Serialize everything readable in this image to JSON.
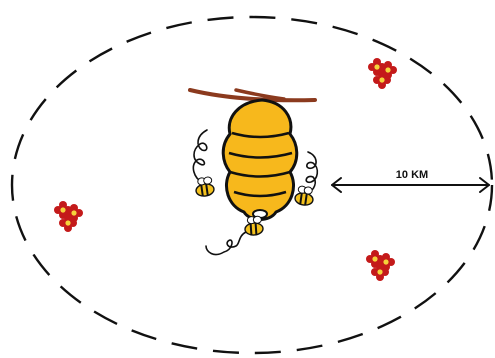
{
  "diagram": {
    "distance_label": "10 KM",
    "colors": {
      "boundary": "#111111",
      "branch": "#8b3a1e",
      "hive_fill": "#f7b81c",
      "hive_stroke": "#111111",
      "flower_petal": "#c41a1a",
      "flower_center": "#f5d33b",
      "bee_body": "#f3c11e"
    },
    "icons": [
      "foraging-boundary",
      "branch",
      "beehive",
      "bee-icon",
      "flower-cluster-icon",
      "distance-arrow"
    ]
  }
}
